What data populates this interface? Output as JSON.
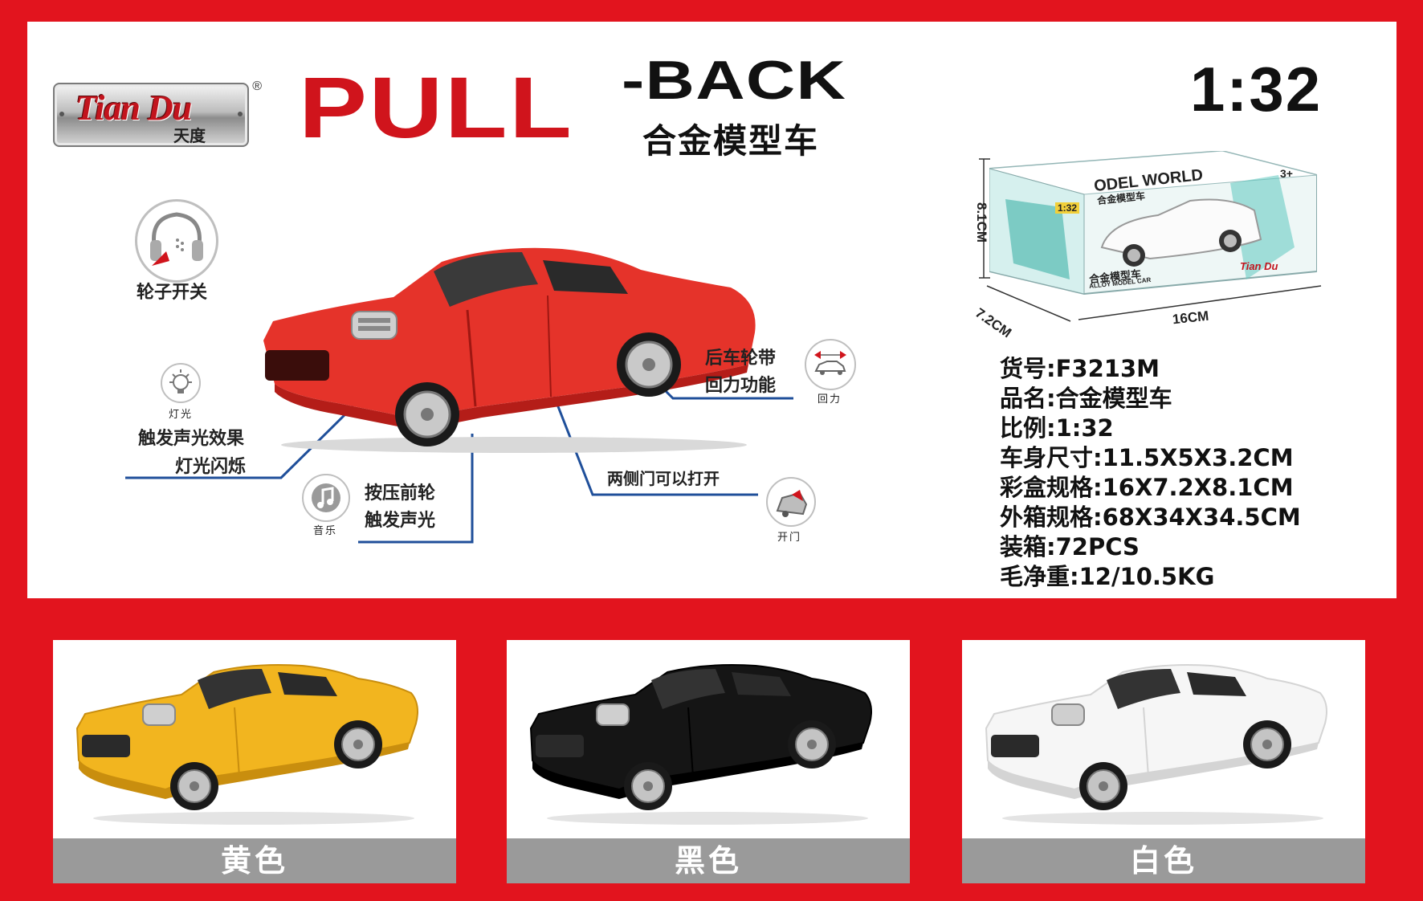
{
  "brand": {
    "name_en": "Tian Du",
    "name_cn": "天度",
    "reg": "®"
  },
  "title": {
    "pull": "PULL",
    "back": "-BACK",
    "subtitle_cn": "合金模型车",
    "scale": "1:32"
  },
  "features": {
    "wheel_switch": "轮子开关",
    "light_icon_caption": "灯光",
    "light_line1": "触发声光效果",
    "light_line2": "灯光闪烁",
    "music_icon_caption": "音乐",
    "press_line1": "按压前轮",
    "press_line2": "触发声光",
    "pullback_line1": "后车轮带",
    "pullback_line2": "回力功能",
    "pullback_icon_caption": "回力",
    "doors_line": "两侧门可以打开",
    "door_icon_caption": "开门"
  },
  "box": {
    "height": "8.1CM",
    "depth": "7.2CM",
    "width": "16CM",
    "print_title": "ODEL WORLD",
    "print_sub": "合金模型车",
    "print_scale": "1:32",
    "print_bottom": "合金模型车",
    "print_bottom_en": "ALLOY MODEL CAR",
    "print_age": "3+",
    "print_logo": "Tian Du"
  },
  "specs": [
    "货号:F3213M",
    "品名:合金模型车",
    "比例:1:32",
    "车身尺寸:11.5X5X3.2CM",
    "彩盒规格:16X7.2X8.1CM",
    "外箱规格:68X34X34.5CM",
    "装箱:72PCS",
    "毛净重:12/10.5KG"
  ],
  "variants": [
    {
      "label": "黄色",
      "color": "#f2b51f",
      "shade": "#c98e0e"
    },
    {
      "label": "黑色",
      "color": "#151515",
      "shade": "#000000"
    },
    {
      "label": "白色",
      "color": "#f6f6f6",
      "shade": "#d4d4d4"
    }
  ],
  "main_car_color": "#e5332a",
  "accent": "#d0141c",
  "callout_line_color": "#1f4f9a"
}
